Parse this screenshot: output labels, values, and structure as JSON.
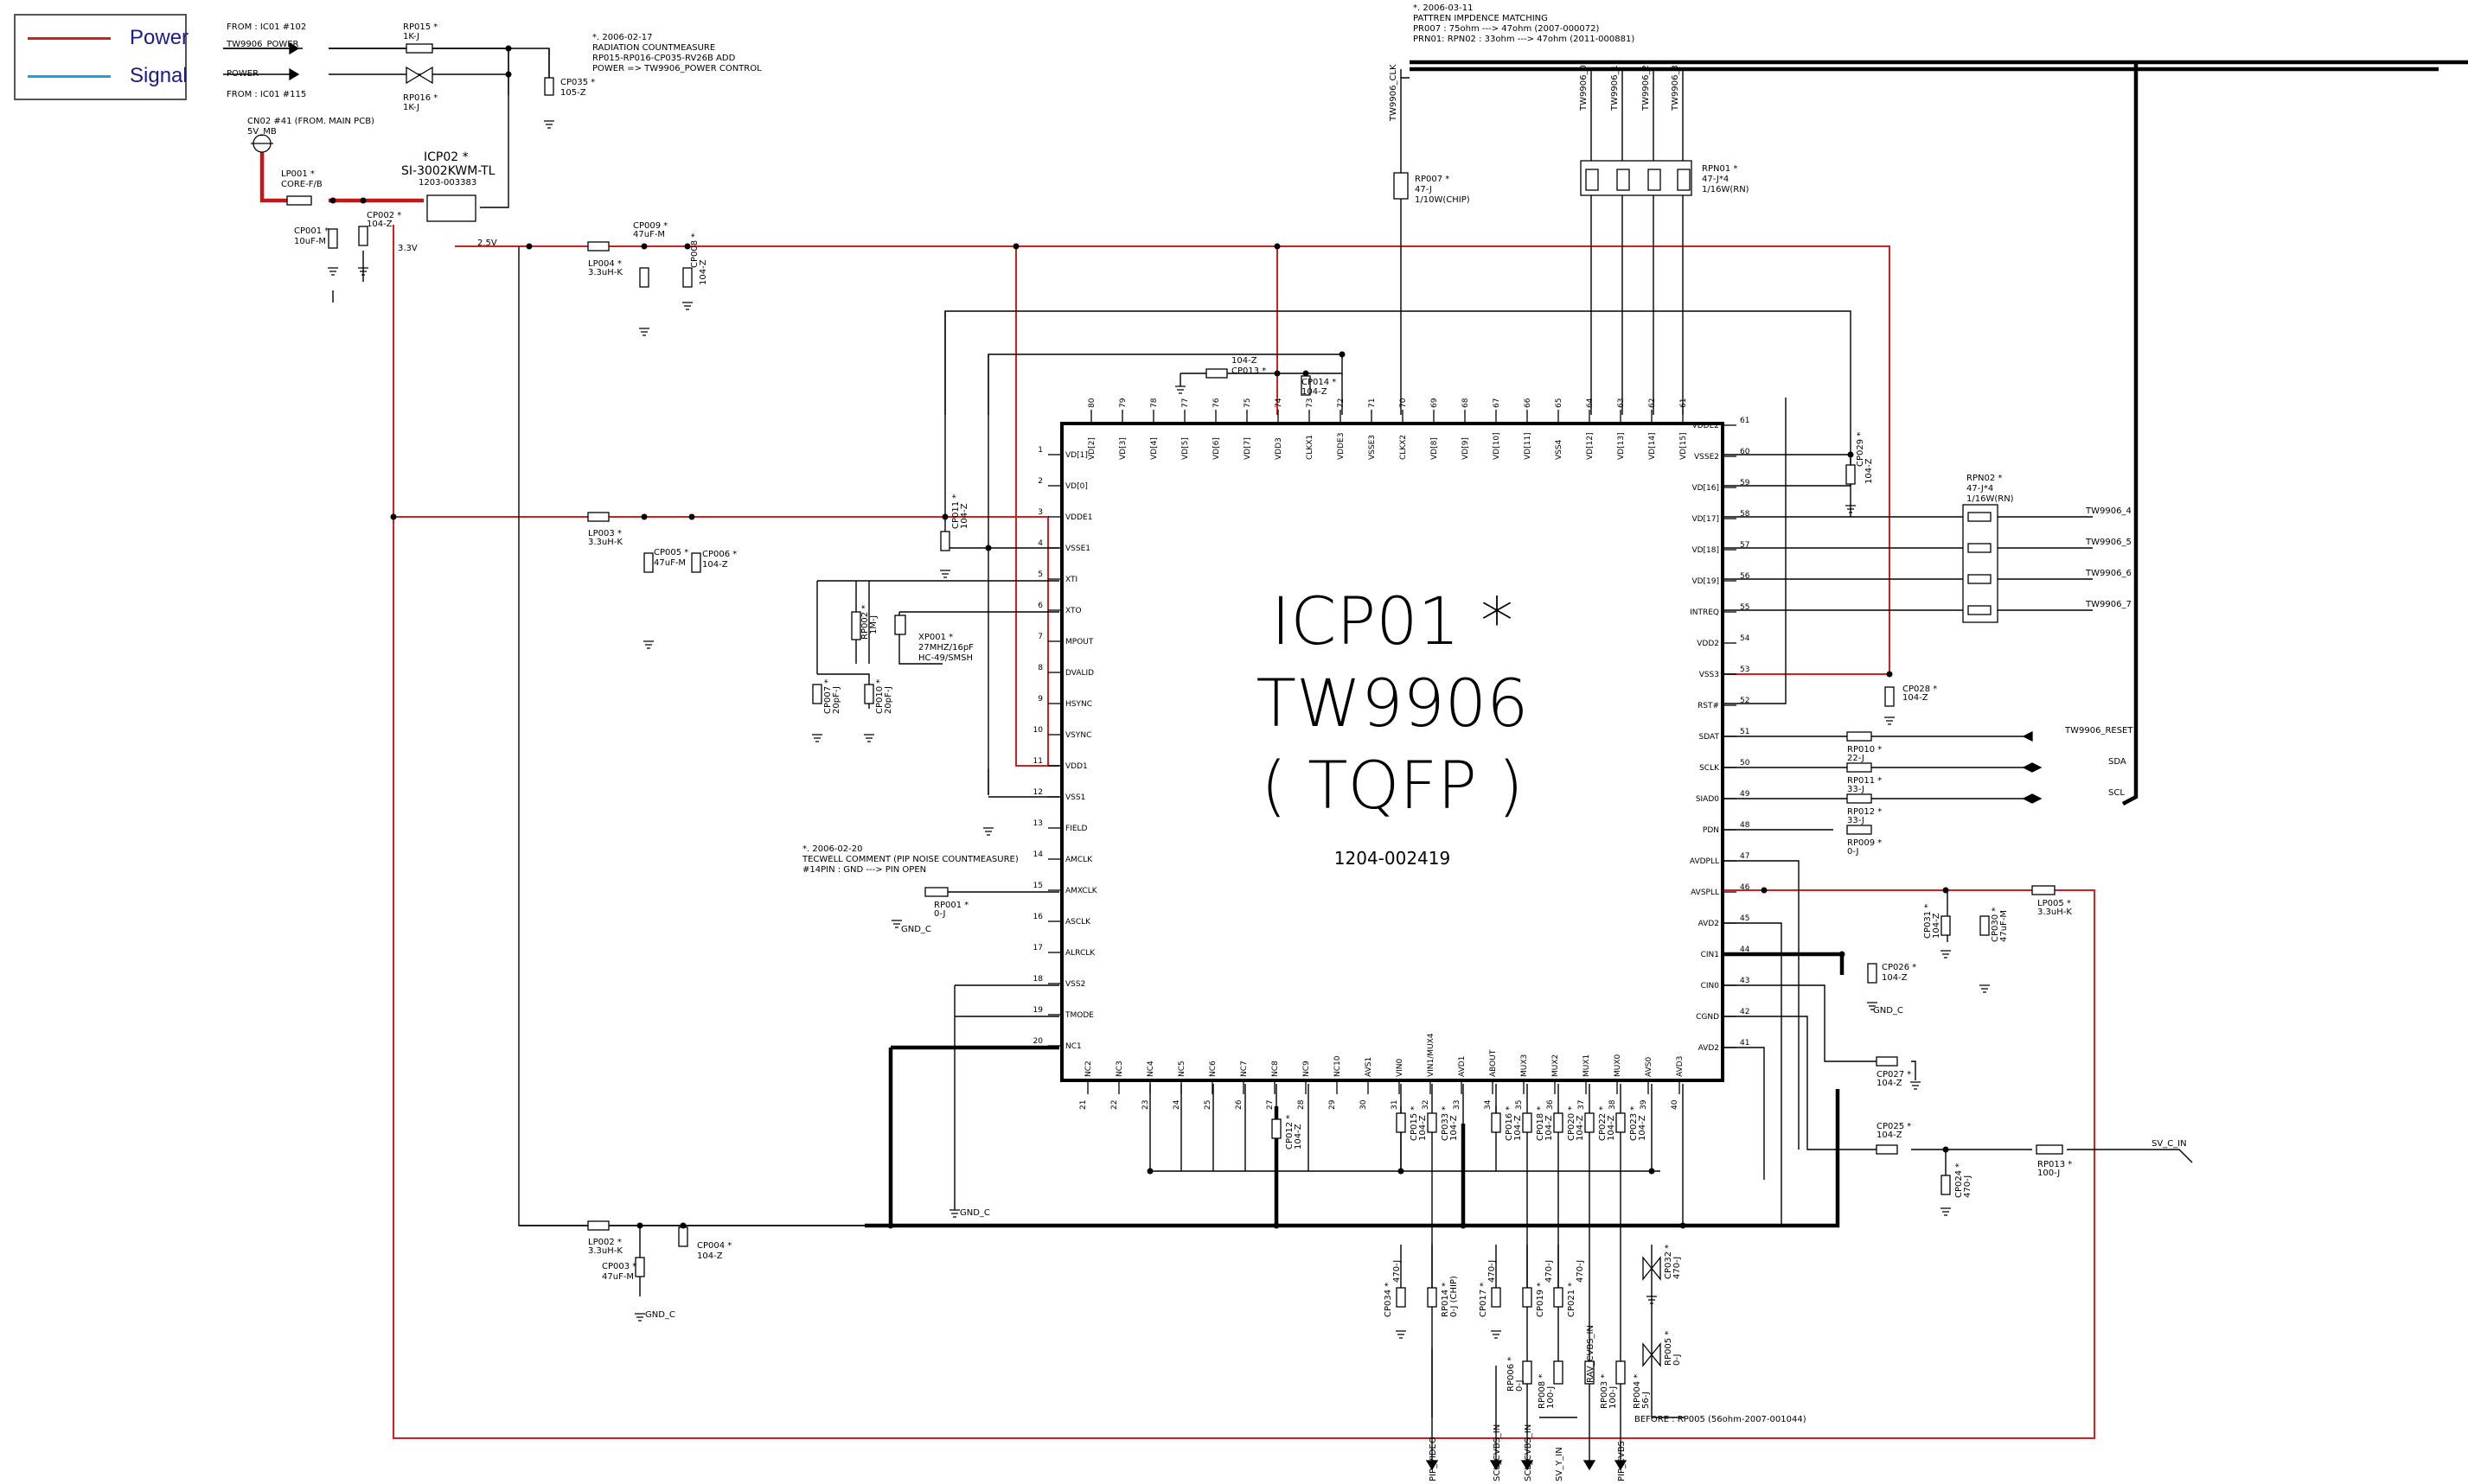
{
  "legend": {
    "items": [
      {
        "label": "Power",
        "color": "#d22020"
      },
      {
        "label": "Signal",
        "color": "#1aa3d9"
      }
    ]
  },
  "ic": {
    "ref": "ICP01 *",
    "name": "TW9906",
    "package": "( TQFP )",
    "part_no": "1204-002419"
  },
  "pins_left": [
    "VD[1]",
    "VD[0]",
    "VDDE1",
    "VSSE1",
    "XTI",
    "XTO",
    "MPOUT",
    "DVALID",
    "HSYNC",
    "VSYNC",
    "VDD1",
    "VSS1",
    "FIELD",
    "AMCLK",
    "AMXCLK",
    "ASCLK",
    "ALRCLK",
    "VSS2",
    "TMODE",
    "NC1"
  ],
  "pins_bottom": [
    "NC2",
    "NC3",
    "NC4",
    "NC5",
    "NC6",
    "NC7",
    "NC8",
    "NC9",
    "NC10",
    "AVS1",
    "VIN0",
    "VIN1/MUX4",
    "AVD1",
    "ABOUT",
    "MUX3",
    "MUX2",
    "MUX1",
    "MUX0",
    "AVS0",
    "AVD3"
  ],
  "pins_right": [
    "AVD2",
    "CGND",
    "CIN0",
    "CIN1",
    "AVD2",
    "AVSPLL",
    "AVDPLL",
    "PDN",
    "SIAD0",
    "SCLK",
    "SDAT",
    "RST#",
    "VSS3",
    "VDD2",
    "INTREQ",
    "VD[19]",
    "VD[18]",
    "VD[17]",
    "VD[16]",
    "VSSE2",
    "VDDE2"
  ],
  "pins_top": [
    "VD[15]",
    "VD[14]",
    "VD[13]",
    "VD[12]",
    "VSS4",
    "VD[11]",
    "VD[10]",
    "VD[9]",
    "VD[8]",
    "CLKX2",
    "VSSE3",
    "VDDE3",
    "CLKX1",
    "VDD3",
    "VD[7]",
    "VD[6]",
    "VD[5]",
    "VD[4]",
    "VD[3]",
    "VD[2]"
  ],
  "notes": {
    "from_ic01_102": "FROM : IC01 #102",
    "tw9906_power": "TW9906_POWER",
    "power": "POWER",
    "from_ic01_115": "FROM : IC01 #115",
    "rp015": "RP015 *",
    "rp015_val": "1K-J",
    "rp016": "RP016 *",
    "rp016_val": "1K-J",
    "n1_date": "*. 2006-02-17",
    "n1_l1": "RADIATION COUNTMEASURE",
    "n1_l2": "RP015-RP016-CP035-RV26B ADD",
    "n1_l3": "POWER => TW9906_POWER CONTROL",
    "cp035": "CP035 *",
    "cp035_val": "105-Z",
    "cn02": "CN02 #41 (FROM. MAIN PCB)",
    "cn02_sig": "5V_MB",
    "lp001": "LP001 *",
    "lp001_val": "CORE-F/B",
    "icp02": "ICP02 *",
    "icp02_part": "SI-3002KWM-TL",
    "icp02_no": "1203-003383",
    "cp001": "CP001 *",
    "cp001_val": "10uF-M",
    "cp002": "CP002 *",
    "cp002_val": "104-Z",
    "v33": "3.3V",
    "v25": "2.5V",
    "lp004": "LP004 *",
    "lp004_val": "3.3uH-K",
    "cp009": "CP009 *",
    "cp009_val": "47uF-M",
    "cp008": "CP008 *",
    "cp008_val": "104-Z",
    "n2_date": "*. 2006-03-11",
    "n2_l1": "PATTREN IMPDENCE MATCHING",
    "n2_l2": "PR007 : 75ohm ---> 47ohm (2007-000072)",
    "n2_l3": "PRN01: RPN02 : 33ohm ---> 47ohm (2011-000881)",
    "tw9906_clk": "TW9906_CLK",
    "rp007": "RP007 *",
    "rp007_v1": "47-J",
    "rp007_v2": "1/10W(CHIP)",
    "tw0": "TW9906_0",
    "tw1": "TW9906_1",
    "tw2": "TW9906_2",
    "tw3": "TW9906_3",
    "rpn01": "RPN01 *",
    "rpn01_v1": "47-J*4",
    "rpn01_v2": "1/16W(RN)",
    "cp013": "CP013 *",
    "cp013_val": "104-Z",
    "cp014": "CP014 *",
    "cp014_val": "104-Z",
    "lp003": "LP003 *",
    "lp003_val": "3.3uH-K",
    "cp005": "CP005 *",
    "cp005_val": "47uF-M",
    "cp006": "CP006 *",
    "cp006_val": "104-Z",
    "cp011": "CP011 *",
    "cp011_val": "104-Z",
    "rp002": "RP002 *",
    "rp002_val": "1M-J",
    "xp001": "XP001 *",
    "xp001_v1": "27MHZ/16pF",
    "xp001_v2": "HC-49/SMSH",
    "cp007": "CP007 *",
    "cp007_val": "20pF-J",
    "cp010": "CP010 *",
    "cp010_val": "20pF-J",
    "n3_date": "*. 2006-02-20",
    "n3_l1": "TECWELL COMMENT (PIP NOISE COUNTMEASURE)",
    "n3_l2": "#14PIN : GND ---> PIN OPEN",
    "rp001": "RP001 *",
    "rp001_val": "0-J",
    "gnd_c": "GND_C",
    "cp029": "CP029 *",
    "cp029_val": "104-Z",
    "rpn02": "RPN02 *",
    "rpn02_v1": "47-J*4",
    "rpn02_v2": "1/16W(RN)",
    "tw4": "TW9906_4",
    "tw5": "TW9906_5",
    "tw6": "TW9906_6",
    "tw7": "TW9906_7",
    "cp028": "CP028 *",
    "cp028_val": "104-Z",
    "tw_reset": "TW9906_RESET",
    "sda": "SDA",
    "scl": "SCL",
    "rp010": "RP010 *",
    "rp010_val": "22-J",
    "rp011": "RP011 *",
    "rp011_val": "33-J",
    "rp012": "RP012 *",
    "rp012_val": "33-J",
    "rp009": "RP009 *",
    "rp009_val": "0-J",
    "cp031": "CP031 *",
    "cp031_val": "104-Z",
    "cp030": "CP030 *",
    "cp030_val": "47uF-M",
    "lp005": "LP005 *",
    "lp005_val": "3.3uH-K",
    "cp026": "CP026 *",
    "cp026_val": "104-Z",
    "cp027": "CP027 *",
    "cp027_val": "104-Z",
    "cp025": "CP025 *",
    "cp025_val": "104-Z",
    "cp024": "CP024 *",
    "cp024_val": "470-J",
    "rp013": "RP013 *",
    "rp013_val": "100-J",
    "sv_c_in": "SV_C_IN",
    "lp002": "LP002 *",
    "lp002_val": "3.3uH-K",
    "cp003": "CP003 *",
    "cp003_val": "47uF-M",
    "cp004": "CP004 *",
    "cp004_val": "104-Z",
    "cp012": "CP012 *",
    "cp012_val": "104-Z",
    "cp015": "CP015 *",
    "cp015_val": "104-Z",
    "cp033": "CP033 *",
    "cp033_val": "104-Z",
    "cp016": "CP016 *",
    "cp016_val": "104-Z",
    "cp018": "CP018 *",
    "cp018_val": "104-Z",
    "cp020": "CP020 *",
    "cp020_val": "104-Z",
    "cp022": "CP022 *",
    "cp022_val": "104-Z",
    "cp023": "CP023 *",
    "cp023_val": "104-Z",
    "cp034": "CP034 *",
    "cp034_val": "470-J",
    "rp014": "RP014 *",
    "rp014_val": "0-J (CHIP)",
    "cp017": "CP017 *",
    "cp017_val": "470-J",
    "cp019": "CP019 *",
    "cp019_val": "470-J",
    "cp021": "CP021 *",
    "cp021_val": "470-J",
    "cp032": "CP032 *",
    "cp032_val": "470-J",
    "rp006": "RP006 *",
    "rp006_val": "0-J",
    "rp008": "RP008 *",
    "rp008_val": "100-J",
    "rp003": "RP003 *",
    "rp003_val": "100-J",
    "rp004": "RP004 *",
    "rp004_val": "56-J",
    "rp005": "RP005 *",
    "rp005_val": "0-J",
    "before_note": "BEFORE : RP005 (56ohm-2007-001044)",
    "pip_video": "PIP_VIDEO",
    "scl_cvbs_in": "SCL_CVBS_IN",
    "scl_cvbs_in2": "SCL_CVBS_IN",
    "sv_y_in": "SV_Y_IN",
    "pip_cvbs": "PIP_CVBS",
    "rv_cvbs_in": "RAV_CVBS_IN"
  }
}
